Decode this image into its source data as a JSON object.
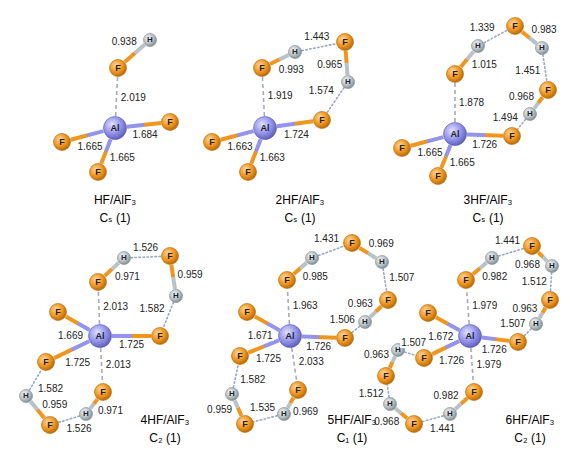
{
  "diagram": {
    "nodes": [
      {
        "text": [
          "F"
        ]
      },
      {
        "text": [
          "H"
        ]
      },
      {
        "text": [
          "Al"
        ]
      },
      {
        "text": [
          "F"
        ]
      },
      {
        "text": [
          "F"
        ]
      },
      {
        "text": [
          "F"
        ]
      },
      {
        "text": [
          "F"
        ]
      },
      {
        "text": [
          "H"
        ]
      },
      {
        "text": [
          "F"
        ]
      },
      {
        "text": [
          "H"
        ]
      },
      {
        "text": [
          "Al"
        ]
      },
      {
        "text": [
          "F"
        ]
      },
      {
        "text": [
          "F"
        ]
      },
      {
        "text": [
          "F"
        ]
      },
      {
        "text": [
          "F"
        ]
      },
      {
        "text": [
          "H"
        ]
      },
      {
        "text": [
          "F"
        ]
      },
      {
        "text": [
          "H"
        ]
      },
      {
        "text": [
          "F"
        ]
      },
      {
        "text": [
          "H"
        ]
      },
      {
        "text": [
          "F"
        ]
      },
      {
        "text": [
          "Al"
        ]
      },
      {
        "text": [
          "F"
        ]
      },
      {
        "text": [
          "F"
        ]
      },
      {
        "text": [
          "F"
        ]
      },
      {
        "text": [
          "H"
        ]
      },
      {
        "text": [
          "F"
        ]
      },
      {
        "text": [
          "H"
        ]
      },
      {
        "text": [
          "F"
        ]
      },
      {
        "text": [
          "Al"
        ]
      },
      {
        "text": [
          "F"
        ]
      },
      {
        "text": [
          "F"
        ]
      },
      {
        "text": [
          "H"
        ]
      },
      {
        "text": [
          "F"
        ]
      },
      {
        "text": [
          "H"
        ]
      },
      {
        "text": [
          "F"
        ]
      },
      {
        "text": [
          "F"
        ]
      },
      {
        "text": [
          "H"
        ]
      },
      {
        "text": [
          "F"
        ]
      },
      {
        "text": [
          "H"
        ]
      },
      {
        "text": [
          "F"
        ]
      },
      {
        "text": [
          "H"
        ]
      },
      {
        "text": [
          "F"
        ]
      },
      {
        "text": [
          "Al"
        ]
      },
      {
        "text": [
          "F"
        ]
      },
      {
        "text": [
          "F"
        ]
      },
      {
        "text": [
          "H"
        ]
      },
      {
        "text": [
          "F"
        ]
      },
      {
        "text": [
          "H"
        ]
      },
      {
        "text": [
          "F"
        ]
      },
      {
        "text": [
          "F"
        ]
      },
      {
        "text": [
          "H"
        ]
      },
      {
        "text": [
          "F"
        ]
      },
      {
        "text": [
          "H"
        ]
      },
      {
        "text": [
          "F"
        ]
      },
      {
        "text": [
          "H"
        ]
      },
      {
        "text": [
          "F"
        ]
      },
      {
        "text": [
          "Al"
        ]
      },
      {
        "text": [
          "F"
        ]
      },
      {
        "text": [
          "F"
        ]
      },
      {
        "text": [
          "H"
        ]
      },
      {
        "text": [
          "F"
        ]
      },
      {
        "text": [
          "H"
        ]
      },
      {
        "text": [
          "F"
        ]
      },
      {
        "text": [
          "H"
        ]
      },
      {
        "text": [
          "F"
        ]
      }
    ],
    "edges": [
      {
        "from": 0,
        "to": 1,
        "arrow": "none",
        "label": "0.938"
      },
      {
        "from": 2,
        "to": 0,
        "arrow": "none",
        "label": "2.019"
      },
      {
        "from": 2,
        "to": 3,
        "arrow": "none",
        "label": "1.665"
      },
      {
        "from": 2,
        "to": 4,
        "arrow": "none",
        "label": "1.684"
      },
      {
        "from": 2,
        "to": 5,
        "arrow": "none",
        "label": "1.665"
      },
      {
        "from": 6,
        "to": 7,
        "arrow": "none",
        "label": "0.993"
      },
      {
        "from": 7,
        "to": 8,
        "arrow": "none",
        "label": "1.443"
      },
      {
        "from": 8,
        "to": 9,
        "arrow": "none",
        "label": "0.965"
      },
      {
        "from": 9,
        "to": 12,
        "arrow": "none",
        "label": "1.574"
      },
      {
        "from": 10,
        "to": 6,
        "arrow": "none",
        "label": "1.919"
      },
      {
        "from": 10,
        "to": 12,
        "arrow": "none",
        "label": "1.724"
      },
      {
        "from": 10,
        "to": 11,
        "arrow": "none",
        "label": "1.663"
      },
      {
        "from": 10,
        "to": 13,
        "arrow": "none",
        "label": "1.663"
      },
      {
        "from": 14,
        "to": 15,
        "arrow": "none",
        "label": "1.015"
      },
      {
        "from": 15,
        "to": 16,
        "arrow": "none",
        "label": "1.339"
      },
      {
        "from": 16,
        "to": 17,
        "arrow": "none",
        "label": "0.983"
      },
      {
        "from": 17,
        "to": 18,
        "arrow": "none",
        "label": "1.451"
      },
      {
        "from": 18,
        "to": 19,
        "arrow": "none",
        "label": "0.968"
      },
      {
        "from": 19,
        "to": 20,
        "arrow": "none",
        "label": "1.494"
      },
      {
        "from": 21,
        "to": 14,
        "arrow": "none",
        "label": "1.878"
      },
      {
        "from": 21,
        "to": 20,
        "arrow": "none",
        "label": "1.726"
      },
      {
        "from": 21,
        "to": 22,
        "arrow": "none",
        "label": "1.665"
      },
      {
        "from": 21,
        "to": 23,
        "arrow": "none",
        "label": "1.665"
      },
      {
        "from": 24,
        "to": 25,
        "arrow": "none",
        "label": "0.971"
      },
      {
        "from": 25,
        "to": 26,
        "arrow": "none",
        "label": "1.526"
      },
      {
        "from": 26,
        "to": 27,
        "arrow": "none",
        "label": "0.959"
      },
      {
        "from": 27,
        "to": 28,
        "arrow": "none",
        "label": "1.582"
      },
      {
        "from": 29,
        "to": 24,
        "arrow": "none",
        "label": "2.013"
      },
      {
        "from": 29,
        "to": 30,
        "arrow": "none",
        "label": "1.669"
      },
      {
        "from": 29,
        "to": 28,
        "arrow": "none",
        "label": "1.725"
      },
      {
        "from": 29,
        "to": 31,
        "arrow": "none",
        "label": "1.725"
      },
      {
        "from": 29,
        "to": 35,
        "arrow": "none",
        "label": "2.013"
      },
      {
        "from": 35,
        "to": 34,
        "arrow": "none",
        "label": "0.971"
      },
      {
        "from": 34,
        "to": 33,
        "arrow": "none",
        "label": "1.526"
      },
      {
        "from": 33,
        "to": 32,
        "arrow": "none",
        "label": "0.959"
      },
      {
        "from": 32,
        "to": 31,
        "arrow": "none",
        "label": "1.582"
      },
      {
        "from": 36,
        "to": 37,
        "arrow": "none",
        "label": "0.985"
      },
      {
        "from": 37,
        "to": 38,
        "arrow": "none",
        "label": "1.431"
      },
      {
        "from": 38,
        "to": 39,
        "arrow": "none",
        "label": "0.969"
      },
      {
        "from": 39,
        "to": 40,
        "arrow": "none",
        "label": "1.507"
      },
      {
        "from": 40,
        "to": 41,
        "arrow": "none",
        "label": "0.963"
      },
      {
        "from": 41,
        "to": 42,
        "arrow": "none",
        "label": "1.506"
      },
      {
        "from": 43,
        "to": 36,
        "arrow": "none",
        "label": "1.963"
      },
      {
        "from": 43,
        "to": 44,
        "arrow": "none",
        "label": "1.671"
      },
      {
        "from": 43,
        "to": 45,
        "arrow": "none",
        "label": "1.725"
      },
      {
        "from": 43,
        "to": 42,
        "arrow": "none",
        "label": "1.726"
      },
      {
        "from": 43,
        "to": 49,
        "arrow": "none",
        "label": "2.033"
      },
      {
        "from": 49,
        "to": 48,
        "arrow": "none",
        "label": "0.969"
      },
      {
        "from": 48,
        "to": 47,
        "arrow": "none",
        "label": "1.535"
      },
      {
        "from": 47,
        "to": 46,
        "arrow": "none",
        "label": "0.959"
      },
      {
        "from": 46,
        "to": 45,
        "arrow": "none",
        "label": "1.582"
      },
      {
        "from": 50,
        "to": 51,
        "arrow": "none",
        "label": "0.982"
      },
      {
        "from": 51,
        "to": 52,
        "arrow": "none",
        "label": "1.441"
      },
      {
        "from": 52,
        "to": 53,
        "arrow": "none",
        "label": "0.968"
      },
      {
        "from": 53,
        "to": 54,
        "arrow": "none",
        "label": "1.512"
      },
      {
        "from": 54,
        "to": 55,
        "arrow": "none",
        "label": "0.963"
      },
      {
        "from": 55,
        "to": 56,
        "arrow": "none",
        "label": "1.507"
      },
      {
        "from": 57,
        "to": 50,
        "arrow": "none",
        "label": "1.979"
      },
      {
        "from": 57,
        "to": 58,
        "arrow": "none",
        "label": "1.672"
      },
      {
        "from": 57,
        "to": 56,
        "arrow": "none",
        "label": "1.726"
      },
      {
        "from": 57,
        "to": 59,
        "arrow": "none",
        "label": "1.726"
      },
      {
        "from": 57,
        "to": 65,
        "arrow": "none",
        "label": "1.979"
      },
      {
        "from": 65,
        "to": 64,
        "arrow": "none",
        "label": "0.982"
      },
      {
        "from": 64,
        "to": 63,
        "arrow": "none",
        "label": "1.441"
      },
      {
        "from": 63,
        "to": 62,
        "arrow": "none",
        "label": "0.968"
      },
      {
        "from": 62,
        "to": 61,
        "arrow": "none",
        "label": "1.512"
      },
      {
        "from": 61,
        "to": 60,
        "arrow": "none",
        "label": "0.963"
      },
      {
        "from": 60,
        "to": 59,
        "arrow": "none",
        "label": "1.507"
      }
    ],
    "labels": [
      "HF/AlF₃",
      "Cₛ (1)",
      "2HF/AlF₃",
      "Cₛ (1)",
      "3HF/AlF₃",
      "Cₛ (1)",
      "4HF/AlF₃",
      "C₂ (1)",
      "5HF/AlF₃",
      "C₁ (1)",
      "6HF/AlF₃",
      "C₂ (1)"
    ]
  }
}
